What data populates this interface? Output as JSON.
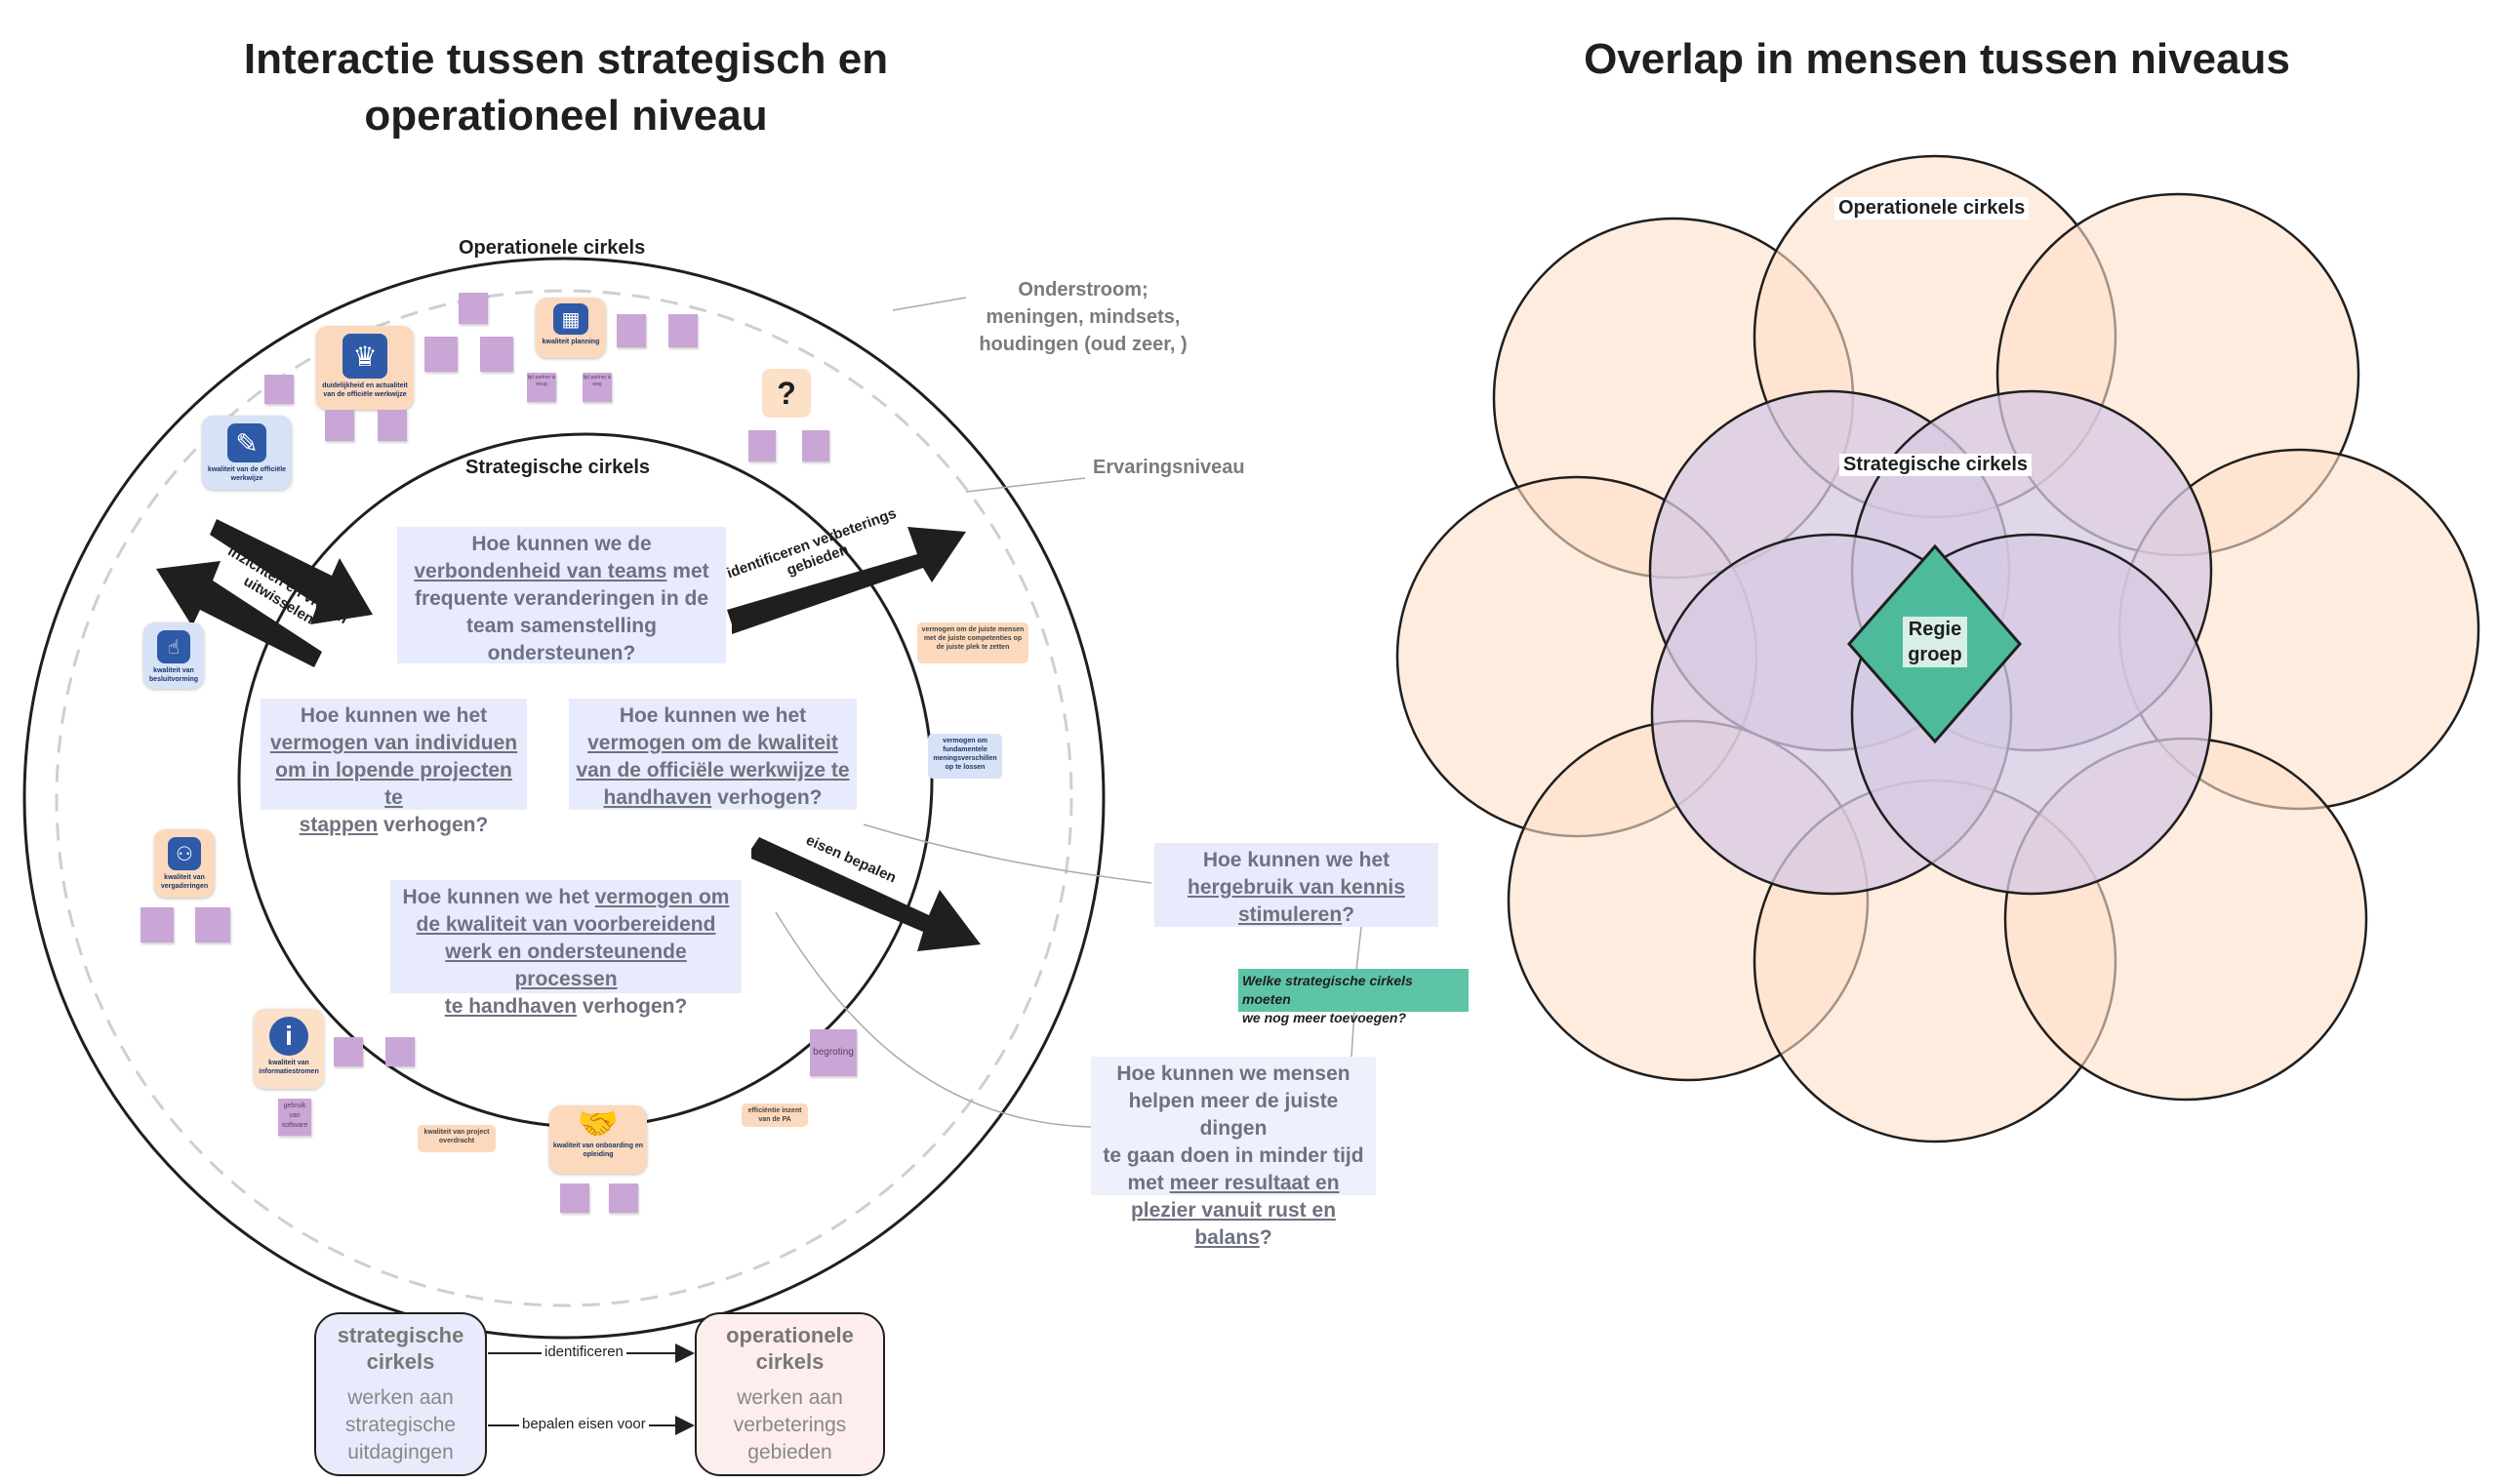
{
  "left": {
    "title_line1": "Interactie tussen strategisch en",
    "title_line2": "operationeel niveau",
    "outer_label": "Operationele cirkels",
    "inner_label": "Strategische cirkels",
    "onderstroom_line1": "Onderstroom;",
    "onderstroom_line2": "meningen, mindsets,",
    "onderstroom_line3": "houdingen (oud zeer, )",
    "ervaringsniveau": "Ervaringsniveau",
    "arrow_inzichten_1": "inzichten en vragen",
    "arrow_inzichten_2": "uitwisselen",
    "arrow_identificeren_1": "identificeren verbeterings",
    "arrow_identificeren_2": "gebieden",
    "arrow_eisen": "eisen bepalen",
    "q1_a": "Hoe kunnen we de",
    "q1_b": "verbondenheid van teams",
    "q1_c": " met",
    "q1_d": "frequente veranderingen in de",
    "q1_e": "team samenstelling",
    "q1_f": "ondersteunen?",
    "q2_a": "Hoe kunnen we het",
    "q2_b": "vermogen van individuen",
    "q2_c": "om in lopende projecten te",
    "q2_d": "stappen",
    "q2_e": " verhogen?",
    "q3_a": "Hoe kunnen we het",
    "q3_b": "vermogen om de kwaliteit",
    "q3_c": "van de officiële werkwijze te",
    "q3_d": "handhaven",
    "q3_e": " verhogen?",
    "q4_a": "Hoe kunnen we het ",
    "q4_b": "vermogen om",
    "q4_c": "de kwaliteit van voorbereidend",
    "q4_d": "werk en ondersteunende processen",
    "q4_e": "te handhaven",
    "q4_f": " verhogen?",
    "q5_a": "Hoe kunnen we het",
    "q5_b": "hergebruik van kennis",
    "q5_c": "stimuleren",
    "q5_d": "?",
    "teal_note_1": "Welke strategische cirkels moeten",
    "teal_note_2": "we nog meer toevoegen?",
    "q6_a": "Hoe kunnen we mensen",
    "q6_b": "helpen meer de juiste dingen",
    "q6_c": "te gaan doen in minder tijd",
    "q6_d": "met ",
    "q6_e": "meer resultaat en",
    "q6_f": "plezier vanuit rust en balans",
    "q6_g": "?",
    "question_mark": "?",
    "cards": {
      "officiele": "duidelijkheid en actualiteit van de officiële werkwijze",
      "planning": "kwaliteit planning",
      "kwaliteit_officiele": "kwaliteit van de officiële werkwijze",
      "besluitvorming": "kwaliteit van besluitvorming",
      "vergaderingen": "kwaliteit van vergaderingen",
      "informatiestromen": "kwaliteit van informatiestromen",
      "onboarding": "kwaliteit van onboarding en opleiding",
      "project_overdracht": "kwaliteit van project overdracht",
      "vermogen_mensen": "vermogen om de juiste mensen met de juiste competenties op de juiste plek te zetten",
      "meningsverschillen": "vermogen om fundamentele meningsverschillen op te lossen",
      "efficientie": "efficiëntie inzent van de PA",
      "begroting": "begroting",
      "gebruik_software": "gebruik van software",
      "tijd_partner": "tijd partner is terug",
      "extra_partner": "tijd partner is weg"
    },
    "legend": {
      "strategic_title": "strategische cirkels",
      "strategic_desc": "werken aan strategische uitdagingen",
      "operational_title": "operationele cirkels",
      "operational_desc": "werken aan verbeterings gebieden",
      "arrow_top": "identificeren",
      "arrow_bottom": "bepalen eisen voor"
    }
  },
  "right": {
    "title": "Overlap in mensen tussen niveaus",
    "operational_label": "Operationele cirkels",
    "strategic_label": "Strategische cirkels",
    "core_line1": "Regie",
    "core_line2": "groep"
  },
  "colors": {
    "question_bg": "#e8ebfb",
    "question_text": "#6e7180",
    "operational_fill": "#fde0c8",
    "strategic_fill": "#ddd3e8",
    "core_fill": "#4dba9c",
    "sticky": "#c9a6d6",
    "icon_blue": "#2e5aa8"
  }
}
